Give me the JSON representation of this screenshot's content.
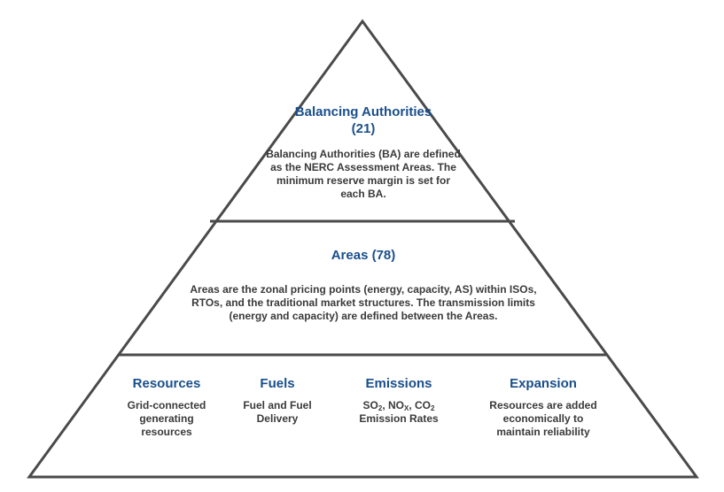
{
  "pyramid": {
    "top": {
      "title": "Balancing Authorities (21)",
      "body": "Balancing Authorities (BA) are defined as the NERC Assessment Areas.  The minimum reserve margin is set for each BA."
    },
    "middle": {
      "title": "Areas (78)",
      "body": "Areas are the zonal pricing points (energy, capacity, AS) within ISOs, RTOs, and the traditional market structures.  The transmission limits (energy and capacity) are defined between the Areas."
    },
    "bottom": [
      {
        "title": "Resources",
        "body": "Grid-connected generating resources"
      },
      {
        "title": "Fuels",
        "body": "Fuel and Fuel Delivery"
      },
      {
        "title": "Emissions",
        "body_parts": [
          "SO",
          "2",
          ", NO",
          "X",
          ", CO",
          "2"
        ],
        "body_line2": "Emission Rates"
      },
      {
        "title": "Expansion",
        "body": "Resources are added economically to maintain reliability"
      }
    ]
  },
  "colors": {
    "title": "#1a4f8b",
    "body": "#3a3a3a",
    "outline": "#4a4a4a"
  }
}
